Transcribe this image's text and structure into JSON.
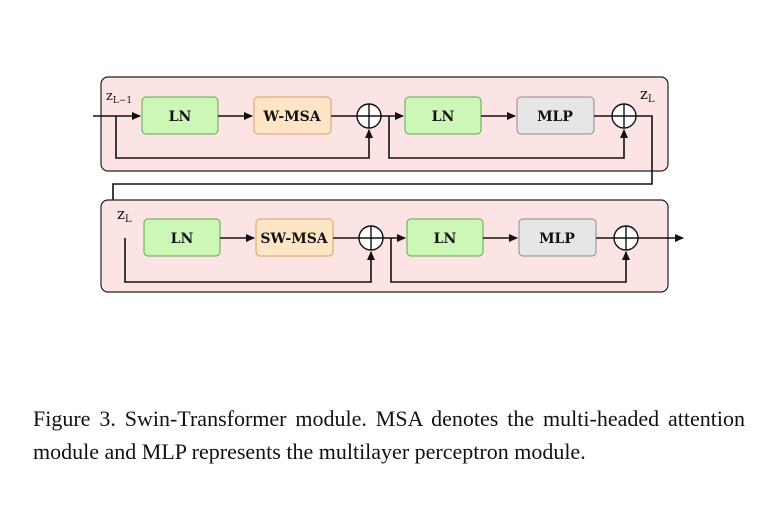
{
  "blocks": [
    {
      "input_label": {
        "main": "z",
        "sub": "L−1"
      },
      "output_label": {
        "main": "z",
        "sub": "L"
      },
      "modules": [
        "LN",
        "W-MSA",
        "LN",
        "MLP"
      ]
    },
    {
      "input_label": {
        "main": "z",
        "sub": "L"
      },
      "modules": [
        "LN",
        "SW-MSA",
        "LN",
        "MLP"
      ]
    }
  ],
  "colors": {
    "block_fill": "#fce4e4",
    "ln_fill": "#cdf7b7",
    "ln_stroke": "#5aa84a",
    "msa_fill": "#fde5c5",
    "msa_stroke": "#d9a060",
    "mlp_fill": "#e6e6e6",
    "mlp_stroke": "#8a8a8a"
  },
  "caption": "Figure 3.  Swin-Transformer module.  MSA denotes the multi-headed attention module and MLP represents the multilayer perceptron module."
}
